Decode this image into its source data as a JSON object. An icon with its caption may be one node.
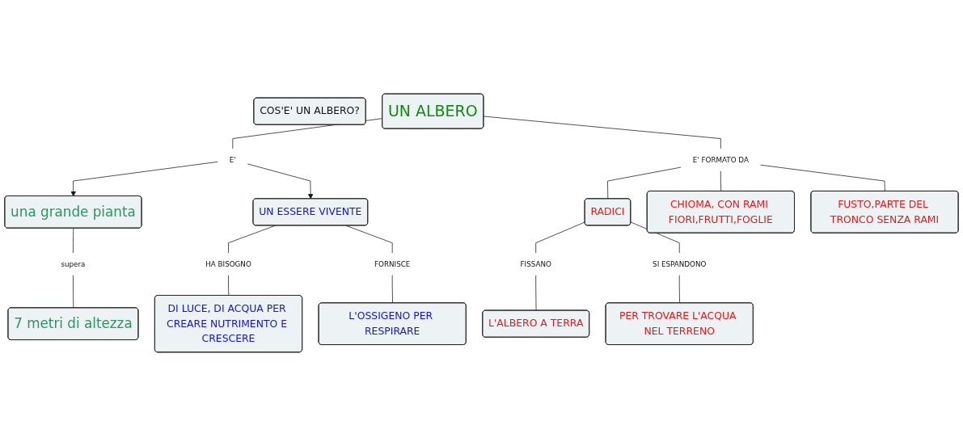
{
  "diagram": {
    "nodes": [
      {
        "text": [
          "COS'E' UN ALBERO?"
        ]
      },
      {
        "text": [
          "UN  ALBERO"
        ]
      },
      {
        "text": [
          "E'"
        ]
      },
      {
        "text": [
          "una grande pianta"
        ]
      },
      {
        "text": [
          "UN ESSERE VIVENTE"
        ]
      },
      {
        "text": [
          "E' FORMATO DA"
        ]
      },
      {
        "text": [
          "supera"
        ]
      },
      {
        "text": [
          "7 metri di altezza"
        ]
      },
      {
        "text": [
          "HA BISOGNO"
        ]
      },
      {
        "text": [
          "FORNISCE"
        ]
      },
      {
        "text": [
          "L'OSSIGENO PER RESPIRARE"
        ]
      },
      {
        "text": [
          "RADICI"
        ]
      },
      {
        "text": [
          "CHIOMA, CON RAMI FIORI,FRUTTI,FOGLIE"
        ]
      },
      {
        "text": [
          "FUSTO,PARTE DEL TRONCO SENZA RAMI"
        ]
      },
      {
        "text": [
          "DI LUCE, DI ACQUA PER CREARE NUTRIMENTO E CRESCERE"
        ]
      },
      {
        "text": [
          "SI ESPANDONO"
        ]
      },
      {
        "text": [
          "FISSANO"
        ]
      },
      {
        "text": [
          "L'ALBERO A TERRA"
        ]
      },
      {
        "text": [
          "PER TROVARE L'ACQUA NEL TERRENO"
        ]
      }
    ],
    "edges": [
      {
        "from": 1,
        "to": 2,
        "arrow": "none"
      },
      {
        "from": 2,
        "to": 3,
        "arrow": "to"
      },
      {
        "from": 2,
        "to": 4,
        "arrow": "to"
      },
      {
        "from": 1,
        "to": 5,
        "arrow": "none"
      },
      {
        "from": 3,
        "to": 6,
        "arrow": "none"
      },
      {
        "from": 6,
        "to": 7,
        "arrow": "none"
      },
      {
        "from": 5,
        "to": 12,
        "arrow": "none"
      },
      {
        "from": 5,
        "to": 13,
        "arrow": "none"
      },
      {
        "from": 5,
        "to": 11,
        "arrow": "none"
      },
      {
        "from": 4,
        "to": 8,
        "arrow": "none"
      },
      {
        "from": 8,
        "to": 14,
        "arrow": "none"
      },
      {
        "from": 4,
        "to": 9,
        "arrow": "none"
      },
      {
        "from": 9,
        "to": 10,
        "arrow": "none"
      },
      {
        "from": 11,
        "to": 16,
        "arrow": "none"
      },
      {
        "from": 16,
        "to": 17,
        "arrow": "none"
      },
      {
        "from": 11,
        "to": 15,
        "arrow": "none"
      },
      {
        "from": 15,
        "to": 18,
        "arrow": "none"
      }
    ]
  }
}
